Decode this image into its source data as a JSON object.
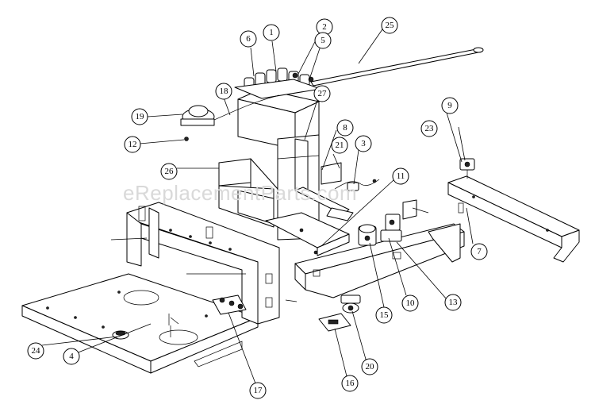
{
  "watermark": "eReplacementParts.com",
  "callouts": [
    {
      "id": "c1",
      "label": "1"
    },
    {
      "id": "c2",
      "label": "2"
    },
    {
      "id": "c3",
      "label": "3"
    },
    {
      "id": "c4",
      "label": "4"
    },
    {
      "id": "c5",
      "label": "5"
    },
    {
      "id": "c6",
      "label": "6"
    },
    {
      "id": "c7",
      "label": "7"
    },
    {
      "id": "c8",
      "label": "8"
    },
    {
      "id": "c9",
      "label": "9"
    },
    {
      "id": "c10",
      "label": "10"
    },
    {
      "id": "c11",
      "label": "11"
    },
    {
      "id": "c12",
      "label": "12"
    },
    {
      "id": "c13",
      "label": "13"
    },
    {
      "id": "c15",
      "label": "15"
    },
    {
      "id": "c16",
      "label": "16"
    },
    {
      "id": "c17",
      "label": "17"
    },
    {
      "id": "c18",
      "label": "18"
    },
    {
      "id": "c19",
      "label": "19"
    },
    {
      "id": "c20",
      "label": "20"
    },
    {
      "id": "c21",
      "label": "21"
    },
    {
      "id": "c23",
      "label": "23"
    },
    {
      "id": "c24",
      "label": "24"
    },
    {
      "id": "c25",
      "label": "25"
    },
    {
      "id": "c26",
      "label": "26"
    },
    {
      "id": "c27",
      "label": "27"
    }
  ]
}
